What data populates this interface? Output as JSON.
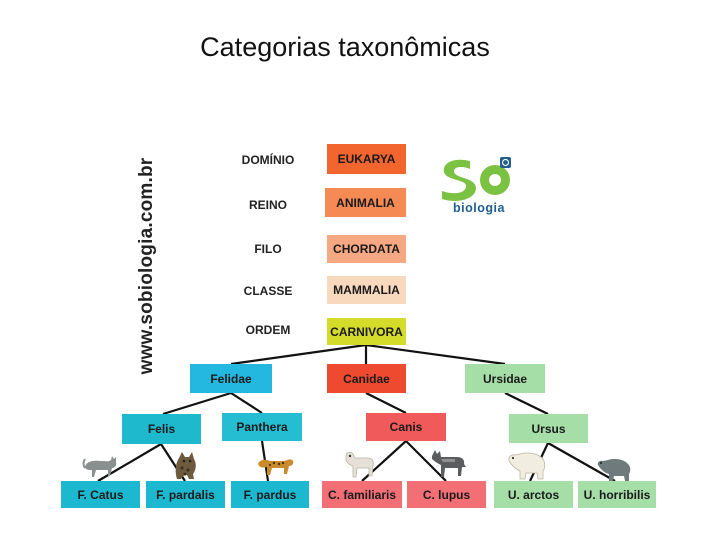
{
  "title": "Categorias taxonômicas",
  "watermark": "www.sobiologia.com.br",
  "logo": {
    "text": "biologia",
    "icon": "so-biologia-logo"
  },
  "ranks": {
    "dominio": "DOMÍNIO",
    "reino": "REINO",
    "filo": "FILO",
    "classe": "CLASSE",
    "ordem": "ORDEM"
  },
  "main_chain": {
    "eukarya": "EUKARYA",
    "animalia": "ANIMALIA",
    "chordata": "CHORDATA",
    "mammalia": "MAMMALIA",
    "carnivora": "CARNIVORA"
  },
  "families": {
    "felidae": "Felidae",
    "canidae": "Canidae",
    "ursidae": "Ursidae"
  },
  "genera": {
    "felis": "Felis",
    "panthera": "Panthera",
    "canis": "Canis",
    "ursus": "Ursus"
  },
  "species": {
    "f_catus": "F. Catus",
    "f_pardalis": "F. pardalis",
    "f_pardus": "F. pardus",
    "c_familiaris": "C. familiaris",
    "c_lupus": "C. lupus",
    "u_arctos": "U. arctos",
    "u_horribilis": "U. horribilis"
  },
  "colors": {
    "eukarya": "#f2652f",
    "animalia": "#f58a55",
    "chordata": "#f6a882",
    "mammalia": "#f9d9be",
    "carnivora": "#d4db2a",
    "felidae": "#24b7df",
    "canidae": "#ee4a2f",
    "ursidae": "#a6dea7",
    "felis": "#1fb9cd",
    "panthera": "#25bdd2",
    "canis": "#f15a5a",
    "ursus": "#a6dea7",
    "cat_species": "#1cb8cf",
    "dog_species": "#f26f76",
    "bear_species": "#a6dea7",
    "logo_green": "#7cc242",
    "logo_blue": "#1f5f8f"
  }
}
